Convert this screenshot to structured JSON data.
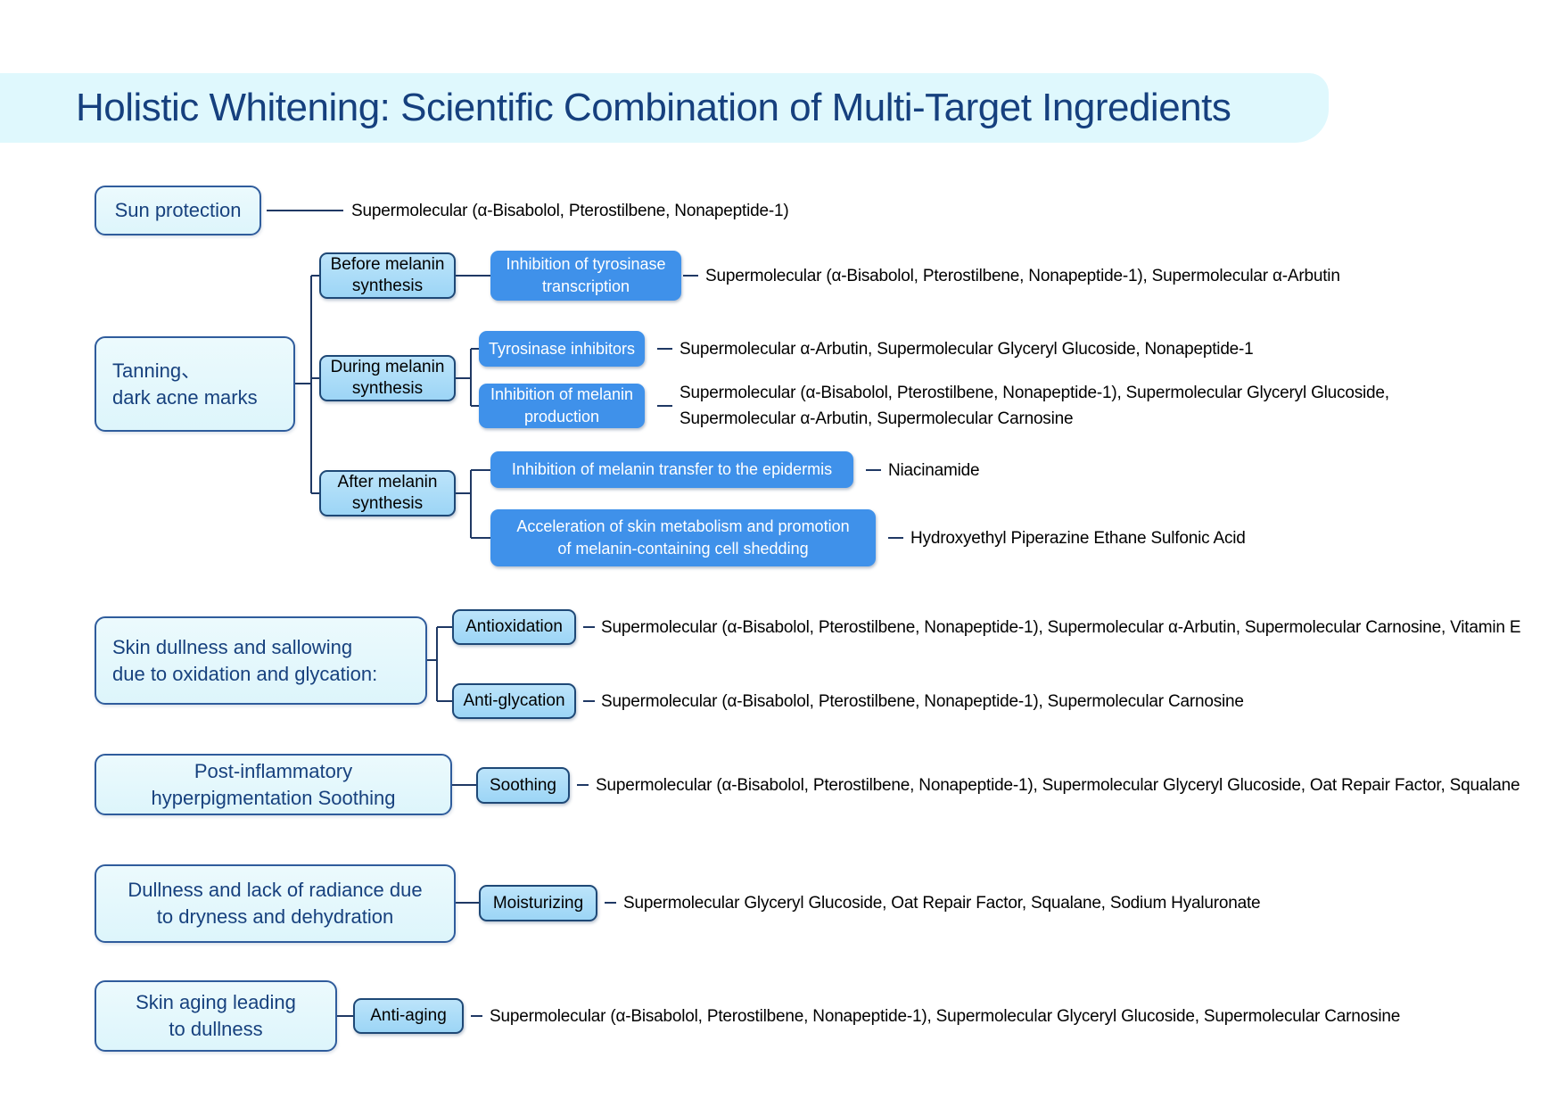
{
  "header": {
    "title": "Holistic Whitening: Scientific Combination of Multi-Target Ingredients"
  },
  "colors": {
    "title_band": "#DFF8FD",
    "title_text": "#16407E",
    "root_box_fill": "#E0F7FC",
    "root_box_border": "#2F5C9C",
    "root_box_text": "#17417E",
    "stage_box_fill": "#A8DCF8",
    "stage_box_border": "#1E4876",
    "action_box_fill": "#3F91EA",
    "action_box_text": "#FFFFFF",
    "connector": "#1F3864",
    "ingredient_text": "#000000"
  },
  "branches": {
    "sun": {
      "label": "Sun protection",
      "ingredients": "Supermolecular (α-Bisabolol, Pterostilbene, Nonapeptide-1)"
    },
    "tanning": {
      "label": "Tanning、\ndark acne marks",
      "stages": {
        "before": {
          "label": "Before melanin\nsynthesis",
          "actions": {
            "transcription": {
              "label": "Inhibition of tyrosinase\ntranscription",
              "ingredients": "Supermolecular (α-Bisabolol, Pterostilbene, Nonapeptide-1), Supermolecular α-Arbutin"
            }
          }
        },
        "during": {
          "label": "During melanin\nsynthesis",
          "actions": {
            "tyrosinase_inhibitors": {
              "label": "Tyrosinase inhibitors",
              "ingredients": "Supermolecular α-Arbutin, Supermolecular Glyceryl Glucoside, Nonapeptide-1"
            },
            "melanin_production": {
              "label": "Inhibition of melanin\nproduction",
              "ingredients": "Supermolecular (α-Bisabolol, Pterostilbene, Nonapeptide-1), Supermolecular Glyceryl Glucoside,\nSupermolecular α-Arbutin, Supermolecular Carnosine"
            }
          }
        },
        "after": {
          "label": "After melanin\nsynthesis",
          "actions": {
            "melanin_transfer": {
              "label": "Inhibition of melanin transfer to the epidermis",
              "ingredients": "Niacinamide"
            },
            "cell_shedding": {
              "label": "Acceleration of skin metabolism and promotion\nof melanin-containing cell shedding",
              "ingredients": "Hydroxyethyl Piperazine Ethane Sulfonic Acid"
            }
          }
        }
      }
    },
    "oxidation_glycation": {
      "label": "Skin dullness and sallowing\ndue to oxidation and glycation:",
      "actions": {
        "antioxidation": {
          "label": "Antioxidation",
          "ingredients": "Supermolecular (α-Bisabolol, Pterostilbene, Nonapeptide-1), Supermolecular α-Arbutin, Supermolecular Carnosine, Vitamin E"
        },
        "anti_glycation": {
          "label": "Anti-glycation",
          "ingredients": "Supermolecular (α-Bisabolol, Pterostilbene, Nonapeptide-1), Supermolecular Carnosine"
        }
      }
    },
    "post_inflammatory": {
      "label": "Post-inflammatory\nhyperpigmentation Soothing",
      "actions": {
        "soothing": {
          "label": "Soothing",
          "ingredients": "Supermolecular (α-Bisabolol, Pterostilbene, Nonapeptide-1), Supermolecular Glyceryl Glucoside, Oat Repair Factor, Squalane"
        }
      }
    },
    "dryness": {
      "label": "Dullness and lack of radiance due\nto dryness and dehydration",
      "actions": {
        "moisturizing": {
          "label": "Moisturizing",
          "ingredients": "Supermolecular Glyceryl Glucoside, Oat Repair Factor, Squalane, Sodium Hyaluronate"
        }
      }
    },
    "aging": {
      "label": "Skin aging leading\nto dullness",
      "actions": {
        "anti_aging": {
          "label": "Anti-aging",
          "ingredients": "Supermolecular (α-Bisabolol, Pterostilbene, Nonapeptide-1), Supermolecular Glyceryl Glucoside, Supermolecular Carnosine"
        }
      }
    }
  }
}
